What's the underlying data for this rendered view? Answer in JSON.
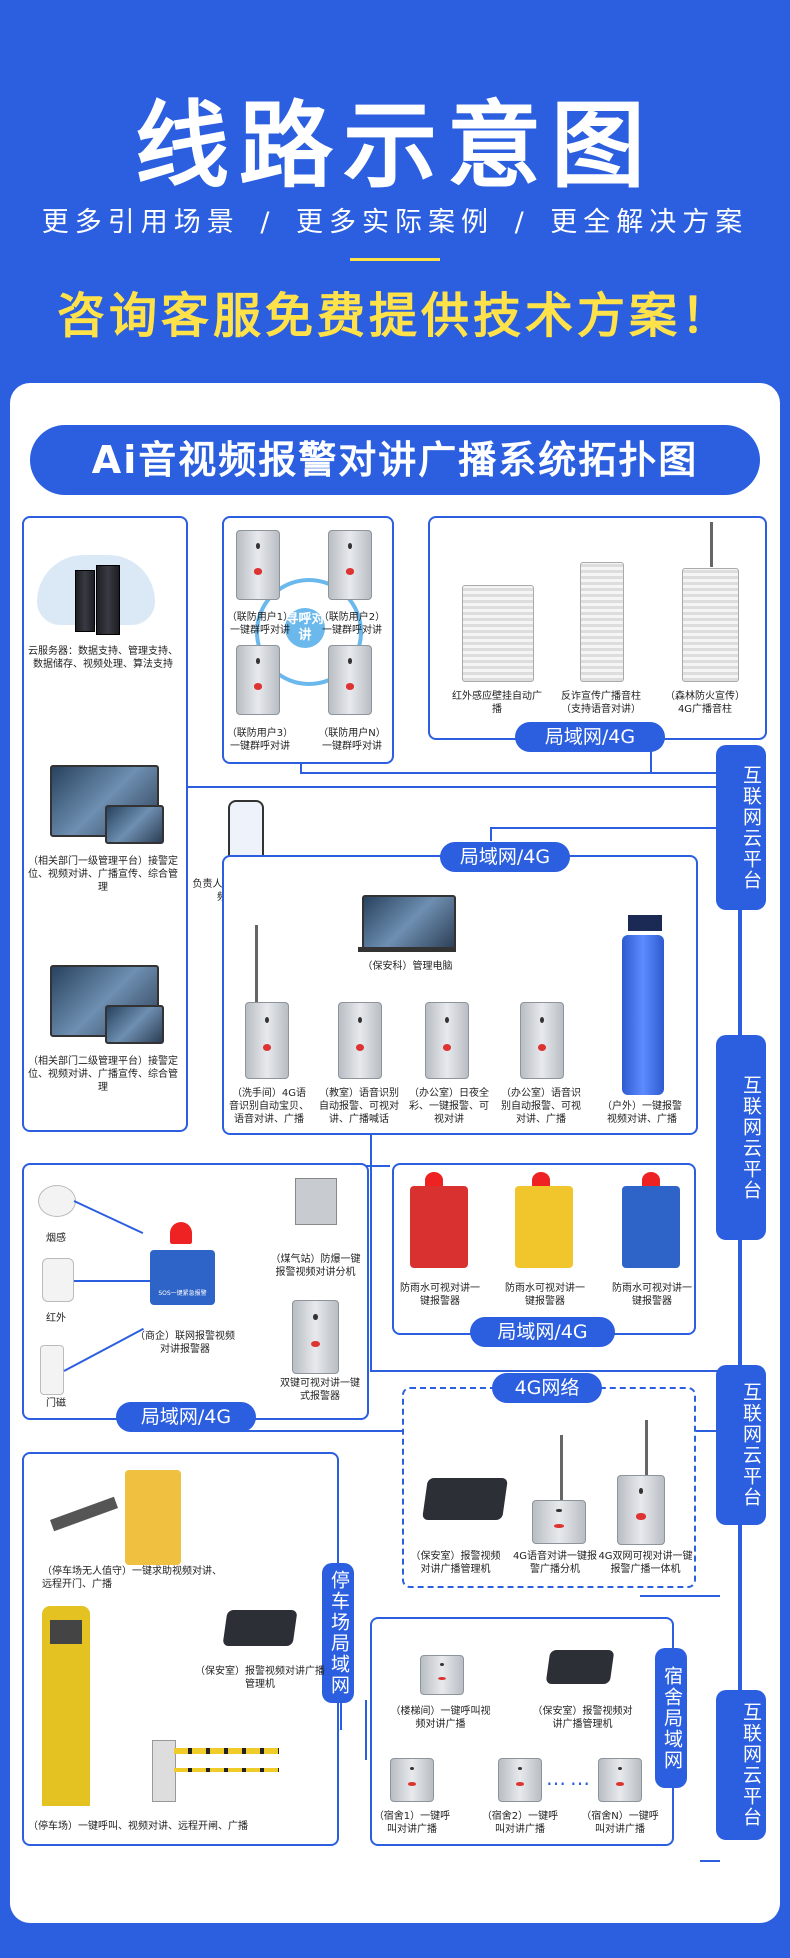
{
  "header": {
    "title": "线路示意图",
    "subtitle": "更多引用场景 / 更多实际案例 / 更全解决方案",
    "cta": "咨询客服免费提供技术方案！"
  },
  "banner": "Ai音视频报警对讲广播系统拓扑图",
  "labels": {
    "lan_4g": "局域网/4G",
    "net_4g": "4G网络",
    "internet_cloud": "互联网云平台",
    "parking_lan": "停车场局域网",
    "dorm_lan": "宿舍局域网",
    "hub_text": "寻呼对讲",
    "ellipsis": "……"
  },
  "left_panel": {
    "cloud_server": "云服务器：数据支持、管理支持、数据储存、视频处理、算法支持",
    "platform_1": "（相关部门一级管理平台）接警定位、视频对讲、广播宣传、综合管理",
    "platform_2": "（相关部门二级管理平台）接警定位、视频对讲、广播宣传、综合管理"
  },
  "group_users": {
    "u1": "（联防用户1）一键群呼对讲",
    "u2": "（联防用户2）一键群呼对讲",
    "u3": "（联防用户3）一键群呼对讲",
    "un": "（联防用户N）一键群呼对讲"
  },
  "speakers": {
    "s1": "红外感应壁挂自动广播",
    "s2": "反诈宣传广播音柱（支持语音对讲）",
    "s3": "（森林防火宣传）4G广播音柱"
  },
  "mobile_app": "负责人手机APP接管、视频对讲、广播",
  "security_pc": "（保安科）管理电脑",
  "campus_devices": {
    "d1": "（洗手间）4G语音识别自动宝贝、语音对讲、广播",
    "d2": "（教室）语音识别自动报警、可视对讲、广播喊话",
    "d3": "（办公室）日夜全彩、一键报警、可视对讲",
    "d4": "（办公室）语音识别自动报警、可视对讲、广播",
    "d5": "（户外）一键报警视频对讲、广播"
  },
  "merchant": {
    "smoke": "烟感",
    "infrared": "红外",
    "door": "门磁",
    "alarm_box": "（商企）联网报警视频对讲报警器",
    "alarm_box_panel": "SOS一键紧急报警",
    "gas_station": "（煤气站）防爆一键报警视频对讲分机",
    "dual_btn": "双键可视对讲一键式报警器"
  },
  "rainproof": {
    "r1": "防雨水可视对讲一键报警器",
    "r2": "防雨水可视对讲一键报警器",
    "r3": "防雨水可视对讲一键报警器"
  },
  "net4g_devices": {
    "console": "（保安室）报警视频对讲广播管理机",
    "voice_ext": "4G语音对讲一键报警广播分机",
    "dual_4g": "4G双网可视对讲一键报警广播一体机"
  },
  "parking": {
    "unattended": "（停车场无人值守）一键求助视频对讲、远程开门、广播",
    "console": "（保安室）报警视频对讲广播管理机",
    "lot": "（停车场）一键呼叫、视频对讲、远程开闸、广播"
  },
  "dorm": {
    "stair": "（楼梯间）一键呼叫视频对讲广播",
    "console": "（保安室）报警视频对讲广播管理机",
    "dorm1": "（宿舍1）一键呼叫对讲广播",
    "dorm2": "（宿舍2）一键呼叫对讲广播",
    "dormn": "（宿舍N）一键呼叫对讲广播"
  }
}
